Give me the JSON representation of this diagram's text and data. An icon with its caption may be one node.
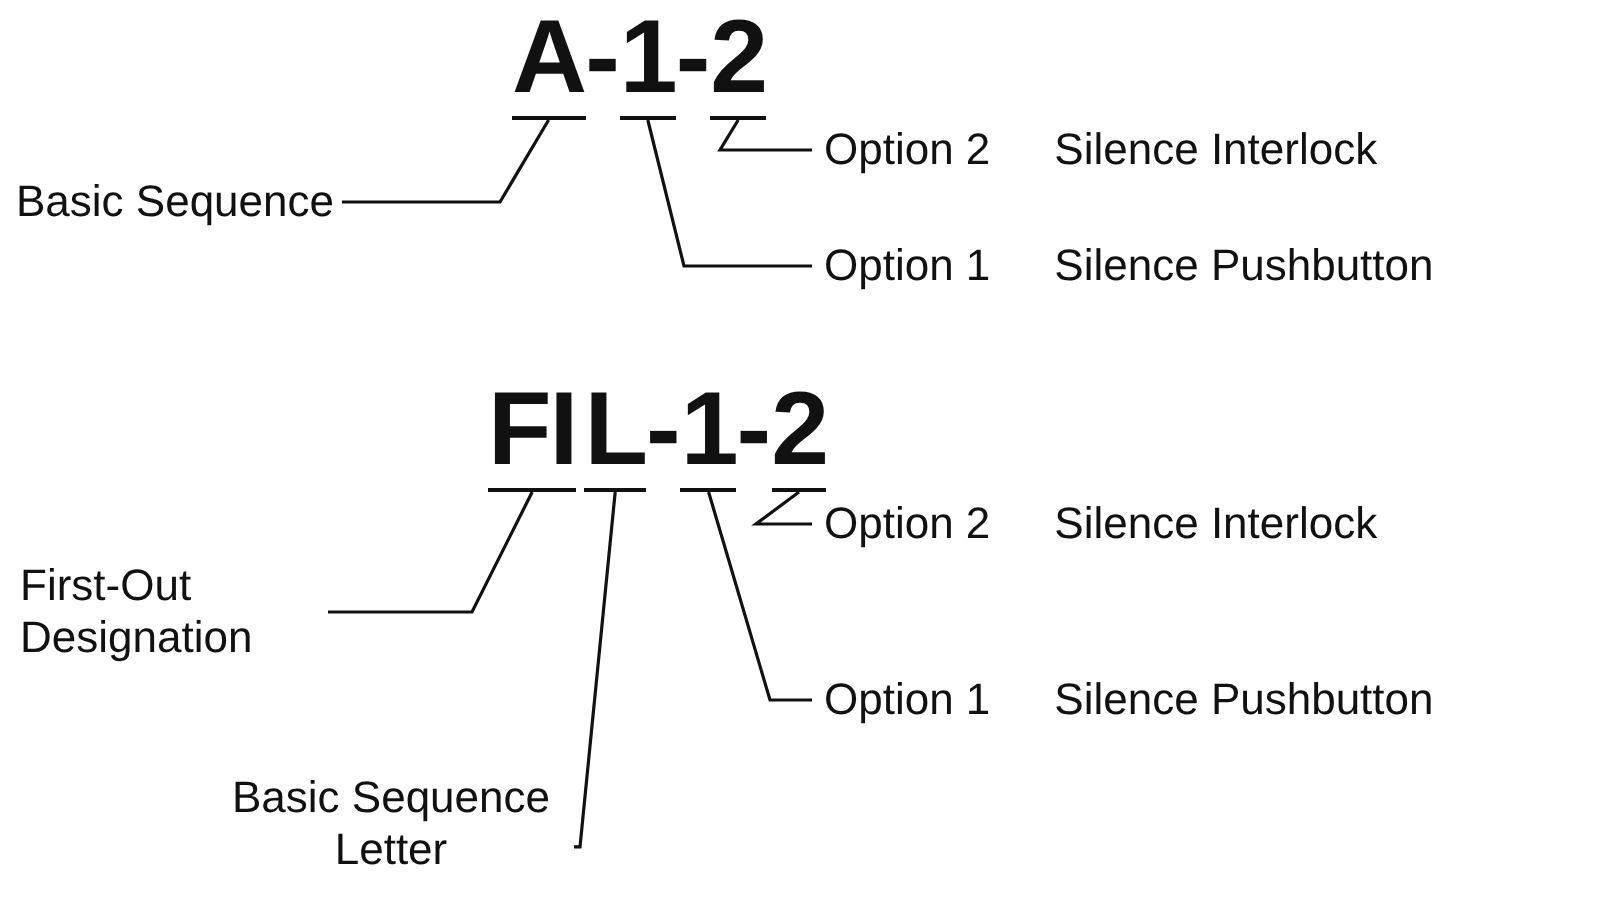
{
  "diagram": {
    "nodes": [
      {
        "text": [
          "A"
        ]
      },
      {
        "text": [
          "1"
        ]
      },
      {
        "text": [
          "2"
        ]
      },
      {
        "text": [
          "Option 2",
          "Silence Interlock"
        ]
      },
      {
        "text": [
          "Basic Sequence"
        ]
      },
      {
        "text": [
          "Option 1",
          "Silence Pushbutton"
        ]
      },
      {
        "text": [
          "FI"
        ]
      },
      {
        "text": [
          "L"
        ]
      },
      {
        "text": [
          "1"
        ]
      },
      {
        "text": [
          "2"
        ]
      },
      {
        "text": [
          "Option 2",
          "Silence Interlock"
        ]
      },
      {
        "text": [
          "First-Out Designation"
        ]
      },
      {
        "text": [
          "Option 1",
          "Silence Pushbutton"
        ]
      },
      {
        "text": [
          "Basic Sequence Letter"
        ]
      }
    ],
    "edges": [
      {
        "from": 4,
        "to": 0,
        "arrow": "none"
      },
      {
        "from": 5,
        "to": 1,
        "arrow": "none"
      },
      {
        "from": 3,
        "to": 2,
        "arrow": "none"
      },
      {
        "from": 11,
        "to": 6,
        "arrow": "none"
      },
      {
        "from": 13,
        "to": 7,
        "arrow": "none"
      },
      {
        "from": 12,
        "to": 8,
        "arrow": "none"
      },
      {
        "from": 10,
        "to": 9,
        "arrow": "none"
      }
    ],
    "labels": [
      "-",
      "-",
      "-",
      "-"
    ]
  }
}
